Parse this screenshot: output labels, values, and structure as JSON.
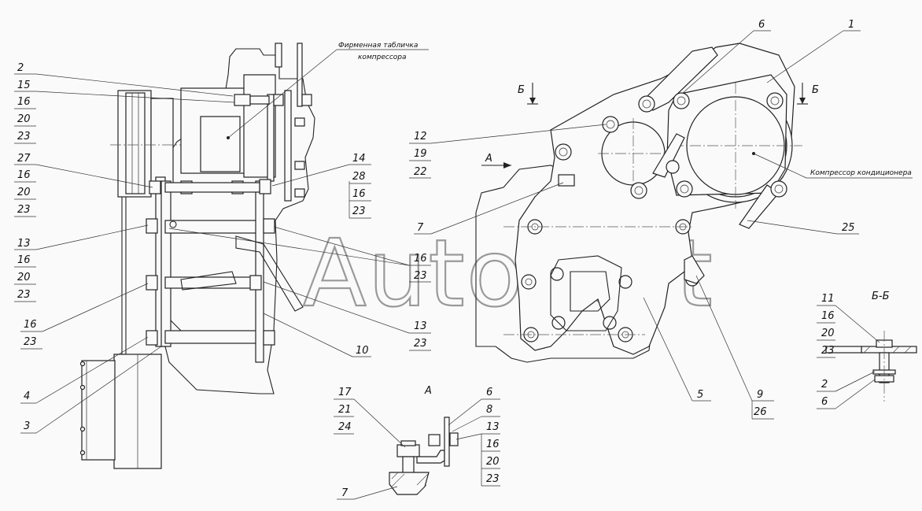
{
  "watermark": "AutoSoft",
  "captions": {
    "nameplate_line1": "Фирменная табличка",
    "nameplate_line2": "компрессора",
    "compressor": "Компрессор кондиционера"
  },
  "views": {
    "section_b_left": "Б",
    "section_b_right": "Б",
    "view_a_arrow": "А",
    "view_a_title": "А",
    "section_bb_title": "Б-Б"
  },
  "callouts": {
    "c2": "2",
    "c15_1": "15",
    "c15_2": "16",
    "c15_3": "20",
    "c15_4": "23",
    "c27_1": "27",
    "c27_2": "16",
    "c27_3": "20",
    "c27_4": "23",
    "c13_1": "13",
    "c13_2": "16",
    "c13_3": "20",
    "c13_4": "23",
    "c16a_1": "16",
    "c16a_2": "23",
    "c4": "4",
    "c3": "3",
    "c14_1": "14",
    "c14_2": "28",
    "c14_3": "16",
    "c14_4": "23",
    "c16b_1": "16",
    "c16b_2": "23",
    "c13b_1": "13",
    "c13b_2": "23",
    "c10": "10",
    "c12_1": "12",
    "c12_2": "19",
    "c12_3": "22",
    "c7": "7",
    "c6": "6",
    "c1": "1",
    "c25": "25",
    "c5": "5",
    "c9_1": "9",
    "c9_2": "26",
    "c17_1": "17",
    "c17_2": "21",
    "c17_3": "24",
    "c7b": "7",
    "c6b": "6",
    "c8b": "8",
    "c13c_1": "13",
    "c13c_2": "16",
    "c13c_3": "20",
    "c13c_4": "23",
    "c11_1": "11",
    "c11_2": "16",
    "c11_3": "20",
    "c11_4": "23",
    "c2c": "2",
    "c6c": "6"
  }
}
